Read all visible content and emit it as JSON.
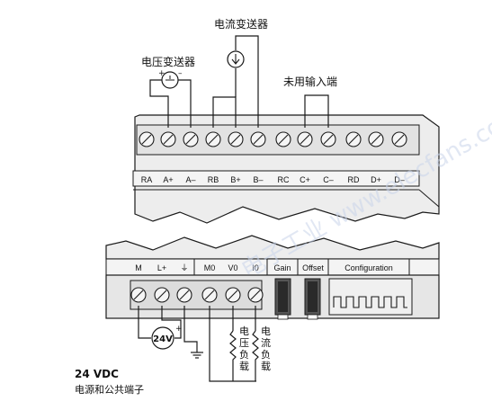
{
  "top_labels": {
    "current_transmitter": "电流变送器",
    "voltage_transmitter": "电压变送器",
    "unused_input": "未用输入端"
  },
  "top_terminals": [
    "RA",
    "A+",
    "A–",
    "RB",
    "B+",
    "B–",
    "RC",
    "C+",
    "C–",
    "RD",
    "D+",
    "D–"
  ],
  "bottom_terminals": [
    "M",
    "L+",
    "⏚",
    "M0",
    "V0",
    "I0"
  ],
  "bottom_controls": {
    "gain": "Gain",
    "offset": "Offset",
    "configuration": "Configuration"
  },
  "source_label": "24V",
  "load_labels": {
    "voltage_load": "电压负载",
    "current_load": "电流负载"
  },
  "footer": {
    "vdc": "24 VDC",
    "common": "电源和公共端子"
  },
  "watermark": "电子工业 www.elecfans.com",
  "colors": {
    "line": "#1a1a1a",
    "panel": "#e9e9e9",
    "panel_dark": "#cfcfcf",
    "screw": "#f5f5f5"
  }
}
